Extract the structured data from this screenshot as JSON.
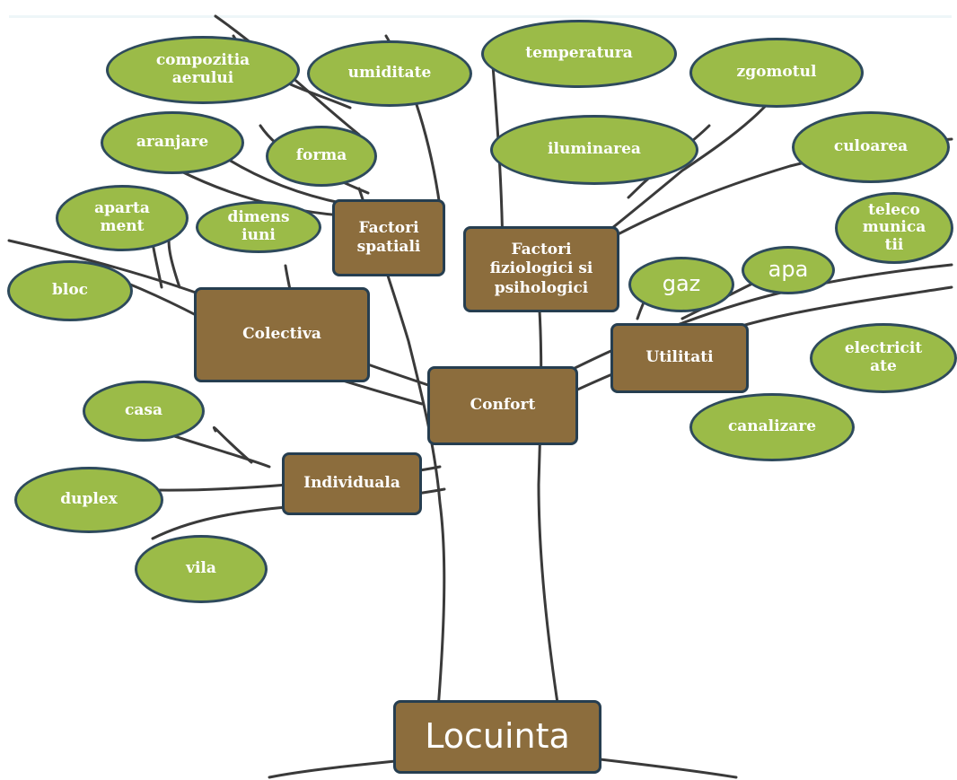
{
  "diagram": {
    "root": "Locuinta",
    "categories": {
      "confort": "Confort",
      "colectiva": "Colectiva",
      "individuala": "Individuala",
      "factori_spatiali": "Factori\nspatiali",
      "factori_fiziologici": "Factori\nfiziologici si\npsihologici",
      "utilitati": "Utilitati"
    },
    "leaves": {
      "compozitia_aerului": "compozitia\naerului",
      "umiditate": "umiditate",
      "temperatura": "temperatura",
      "zgomotul": "zgomotul",
      "aranjare": "aranjare",
      "forma": "forma",
      "iluminarea": "iluminarea",
      "culoarea": "culoarea",
      "apartament": "aparta\nment",
      "dimensiuni": "dimens\niuni",
      "telecomunicatii": "teleco\nmunica\ntii",
      "bloc": "bloc",
      "gaz": "gaz",
      "apa": "apa",
      "electricitate": "electricit\nate",
      "canalizare": "canalizare",
      "casa": "casa",
      "duplex": "duplex",
      "vila": "vila"
    },
    "colors": {
      "leaf_fill": "#9bbb48",
      "node_fill": "#8c6d3d",
      "border": "#263e50",
      "text": "#ffffff",
      "tree_line": "#3a3a3a"
    }
  }
}
